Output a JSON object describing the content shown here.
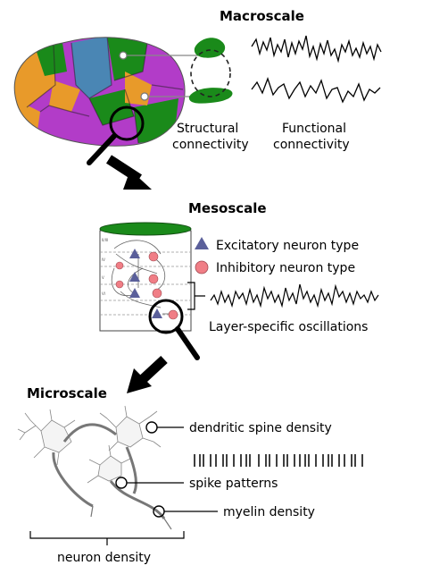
{
  "headings": {
    "macro": "Macroscale",
    "meso": "Mesoscale",
    "micro": "Microscale"
  },
  "macro": {
    "structural_line1": "Structural",
    "structural_line2": "connectivity",
    "functional_line1": "Functional",
    "functional_line2": "connectivity"
  },
  "meso": {
    "legend_excitatory": "Excitatory neuron type",
    "legend_inhibitory": "Inhibitory neuron type",
    "oscillations": "Layer-specific oscillations"
  },
  "micro": {
    "dendritic": "dendritic spine density",
    "spike": "spike patterns",
    "myelin": "myelin density",
    "neuron_density": "neuron density"
  },
  "colors": {
    "green": "#1a8a1a",
    "blue": "#4a86b4",
    "purple": "#b23cc8",
    "orange": "#e89a2a",
    "triangle": "#5a5f9a",
    "circle": "#f07e86"
  }
}
